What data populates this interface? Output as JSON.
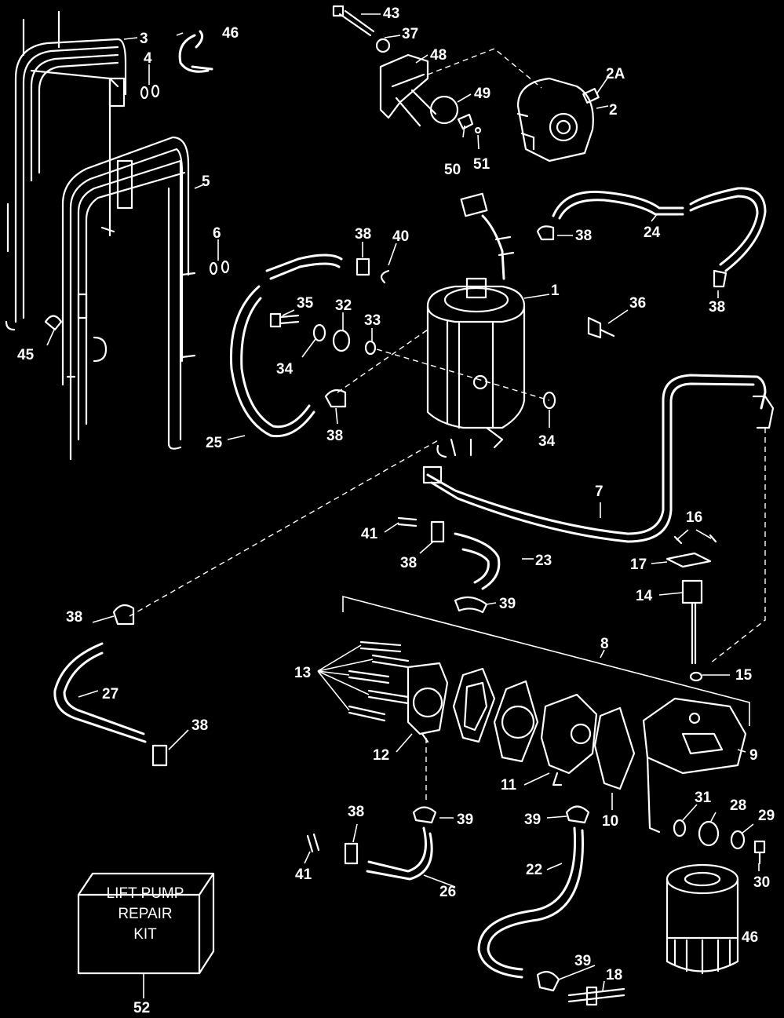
{
  "colors": {
    "background": "#000000",
    "ink": "#ffffff"
  },
  "callouts": {
    "c1": "1",
    "c2": "2",
    "c2a": "2A",
    "c3": "3",
    "c4": "4",
    "c5": "5",
    "c6": "6",
    "c7": "7",
    "c8": "8",
    "c9": "9",
    "c10": "10",
    "c11": "11",
    "c12": "12",
    "c13": "13",
    "c14": "14",
    "c15": "15",
    "c16": "16",
    "c17": "17",
    "c18": "18",
    "c22": "22",
    "c23": "23",
    "c24": "24",
    "c25": "25",
    "c26": "26",
    "c27": "27",
    "c28": "28",
    "c29": "29",
    "c30": "30",
    "c31": "31",
    "c32": "32",
    "c33": "33",
    "c34a": "34",
    "c34b": "34",
    "c35": "35",
    "c36": "36",
    "c37": "37",
    "c38a": "38",
    "c38b": "38",
    "c38c": "38",
    "c38d": "38",
    "c38e": "38",
    "c38f": "38",
    "c38g": "38",
    "c38h": "38",
    "c39a": "39",
    "c39b": "39",
    "c39c": "39",
    "c39d": "39",
    "c40": "40",
    "c41a": "41",
    "c41b": "41",
    "c43": "43",
    "c45": "45",
    "c46a": "46",
    "c46b": "46",
    "c48": "48",
    "c49": "49",
    "c50": "50",
    "c51": "51",
    "c52": "52"
  },
  "kit": {
    "line1": "LIFT PUMP",
    "line2": "REPAIR",
    "line3": "KIT"
  }
}
